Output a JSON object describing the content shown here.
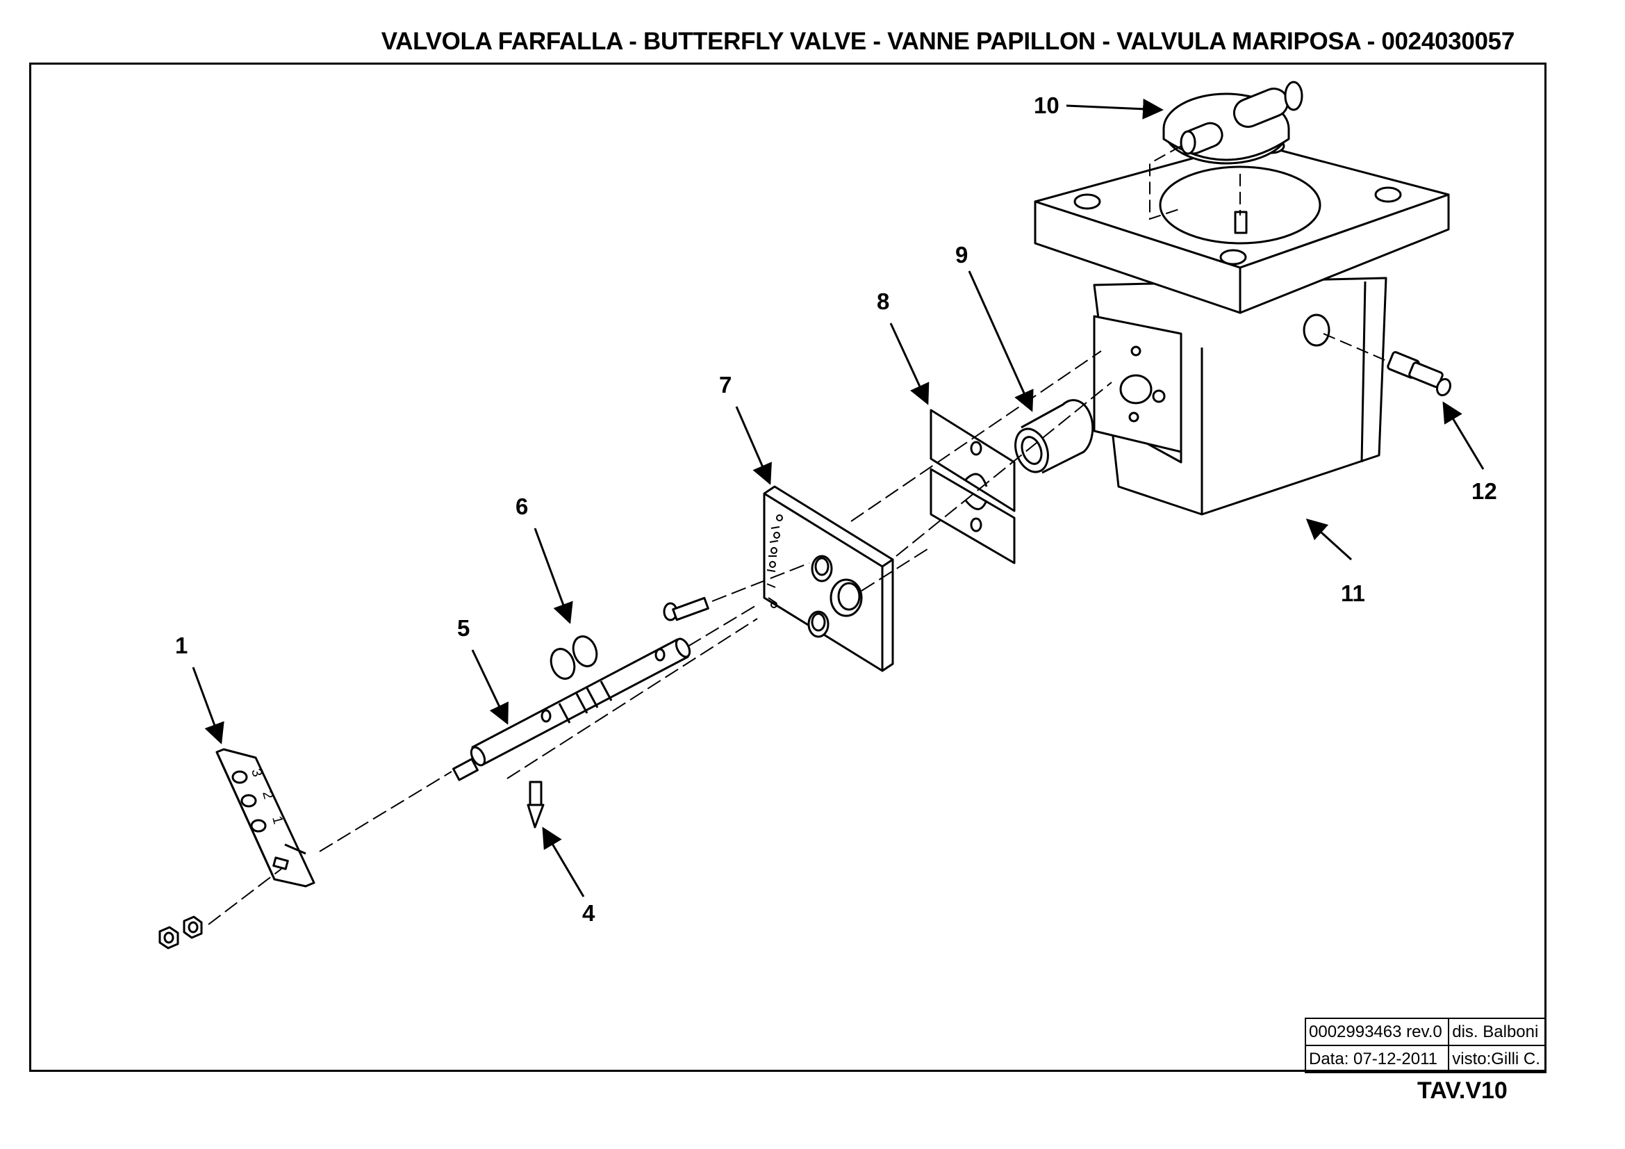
{
  "title": "VALVOLA FARFALLA - BUTTERFLY VALVE - VANNE PAPILLON - VALVULA MARIPOSA - 0024030057",
  "callouts": [
    "1",
    "4",
    "5",
    "6",
    "7",
    "8",
    "9",
    "10",
    "11",
    "12"
  ],
  "part1_hole_labels": [
    "3",
    "2",
    "1"
  ],
  "title_block": {
    "drawing_number": "0002993463 rev.0",
    "designer": "dis. Balboni",
    "date": "Data: 07-12-2011",
    "checked": "visto:Gilli C."
  },
  "sheet_id": "TAV.V10"
}
